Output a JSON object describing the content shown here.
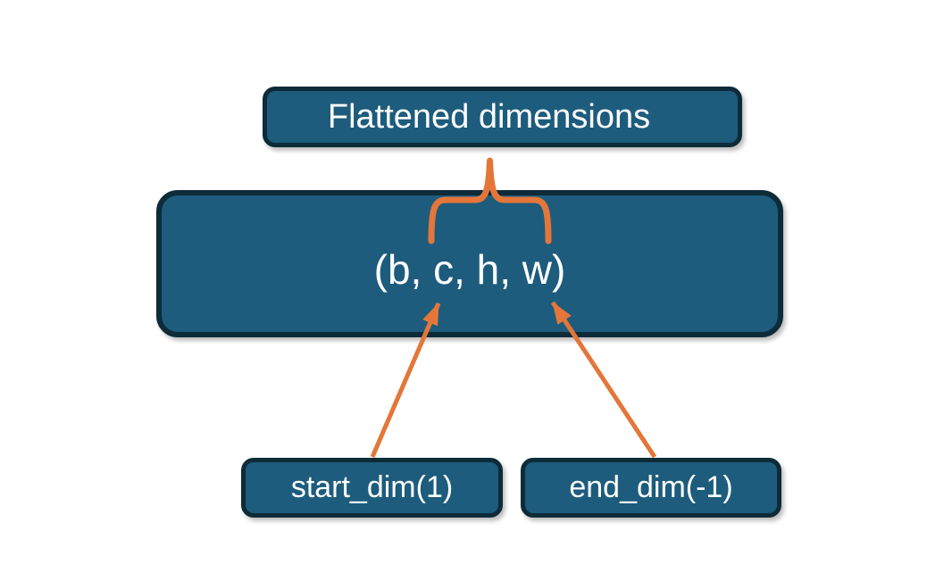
{
  "diagram": {
    "top_label": "Flattened dimensions",
    "tensor_label": "(b, c, h, w)",
    "start_dim_label": "start_dim(1)",
    "end_dim_label": "end_dim(-1)",
    "colors": {
      "box_fill": "#1d5c7d",
      "box_border": "#0d2b38",
      "accent_orange": "#e4763a",
      "text_color": "#ffffff",
      "background": "#ffffff"
    }
  }
}
